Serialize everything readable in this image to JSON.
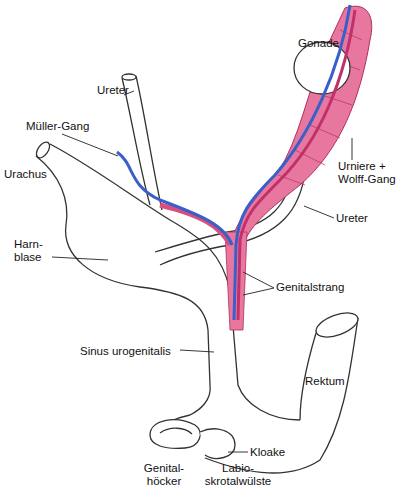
{
  "diagram": {
    "labels": [
      "Gonade",
      "Ureter",
      "Müller-Gang",
      "Urniere + Wolff-Gang",
      "Urachus",
      "Ureter",
      "Harn- blase",
      "Genitalstrang",
      "Sinus urogenitalis",
      "Rektum",
      "Kloake",
      "Genital- höcker",
      "Labio- skrotalwülste"
    ]
  }
}
